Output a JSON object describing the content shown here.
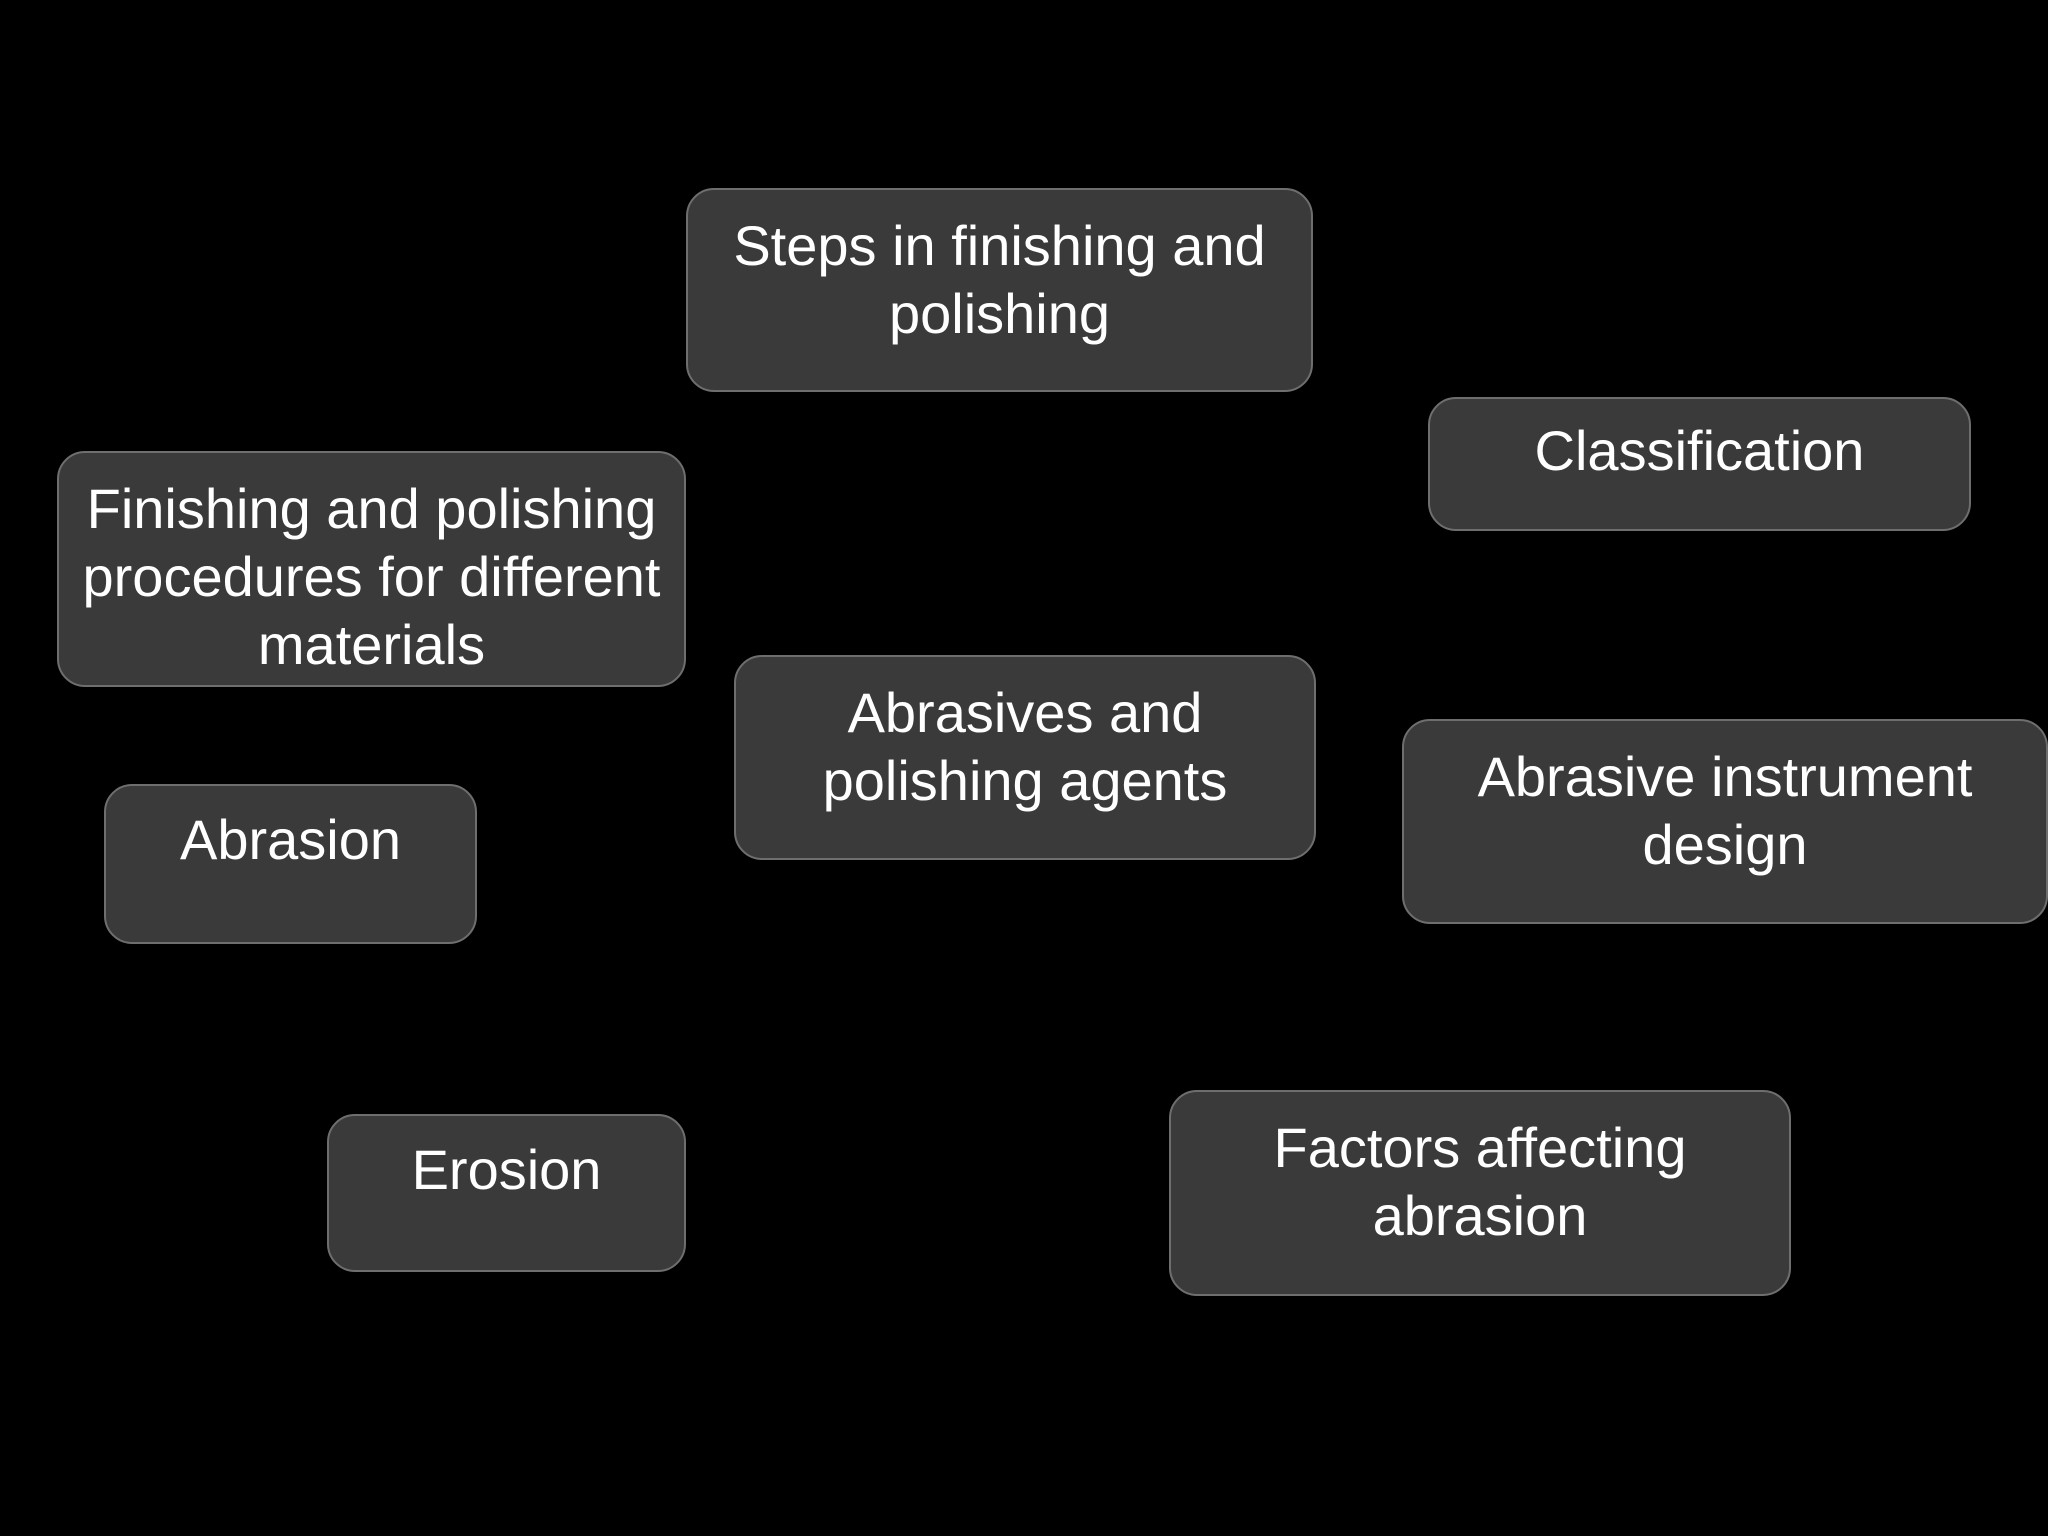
{
  "diagram": {
    "nodes": [
      {
        "id": "steps",
        "label": "Steps in finishing and polishing"
      },
      {
        "id": "classification",
        "label": "Classification"
      },
      {
        "id": "finishing",
        "label": "Finishing and polishing procedures for different materials"
      },
      {
        "id": "abrasives",
        "label": "Abrasives and polishing agents"
      },
      {
        "id": "instrument",
        "label": "Abrasive instrument design"
      },
      {
        "id": "abrasion",
        "label": "Abrasion"
      },
      {
        "id": "erosion",
        "label": "Erosion"
      },
      {
        "id": "factors",
        "label": "Factors affecting abrasion"
      }
    ],
    "colors": {
      "background": "#000000",
      "node_fill": "#3a3a3a",
      "node_border": "#6e6e6e",
      "text": "#ffffff"
    }
  }
}
